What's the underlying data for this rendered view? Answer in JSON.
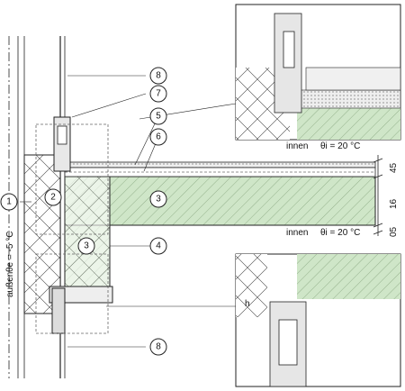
{
  "callouts": [
    "1",
    "2",
    "3",
    "3",
    "4",
    "5",
    "6",
    "7",
    "8",
    "8"
  ],
  "labels": {
    "inside_top": "innen",
    "theta_i_top": "θi = 20 °C",
    "inside_bottom": "innen",
    "theta_i_bottom": "θi = 20 °C",
    "outside": "außen",
    "theta_e": "θe = -5 °C",
    "h_label": "h"
  },
  "dimensions": [
    "45",
    "16",
    "05"
  ],
  "colors": {
    "concrete": "#cfe6c8",
    "line": "#1a1a1a",
    "insulation": "#ffffff"
  }
}
